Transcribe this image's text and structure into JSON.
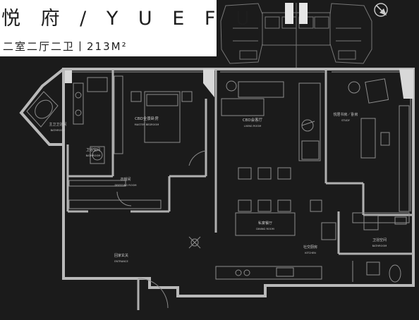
{
  "header": {
    "title": "悦 府 / Y U E F U",
    "subtitle": "二室二厅二卫丨213M²"
  },
  "rooms": [
    {
      "id": "master-bath",
      "cn": "主卫卫浴间",
      "en": "BATHROOM"
    },
    {
      "id": "bath-a",
      "cn": "卫浴空间",
      "en": "BATHROOM"
    },
    {
      "id": "master-bedroom",
      "cn": "CBD全景卧房",
      "en": "MASTER BEDROOM"
    },
    {
      "id": "dressing",
      "cn": "衣帽间",
      "en": "DRESSING ROOM"
    },
    {
      "id": "living",
      "cn": "CBD会客厅",
      "en": "LIVING ROOM"
    },
    {
      "id": "study",
      "cn": "悦居书房／卧房",
      "en": "STUDY"
    },
    {
      "id": "dining",
      "cn": "私宴餐厅",
      "en": "DINING ROOM"
    },
    {
      "id": "entrance",
      "cn": "回家玄关",
      "en": "ENTRANCE"
    },
    {
      "id": "kitchen",
      "cn": "社交厨房",
      "en": "KITCHEN"
    },
    {
      "id": "bath-b",
      "cn": "卫浴空间",
      "en": "BATHROOM"
    }
  ],
  "north_arrow": {
    "icon": "compass-icon"
  },
  "colors": {
    "background": "#1b1b1b",
    "walls": "#b9b9b9",
    "lines": "#8c8c8c",
    "text": "#c8c8c8",
    "title": "#1e1e1e"
  }
}
